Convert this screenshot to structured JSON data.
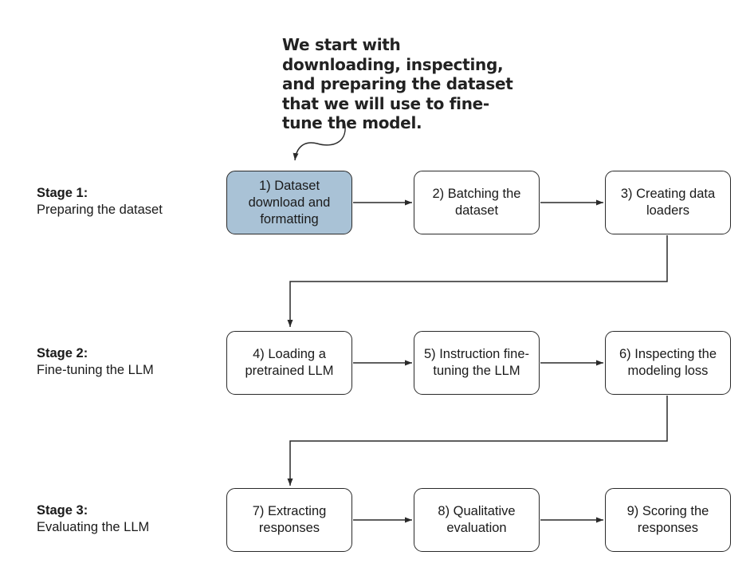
{
  "annotation": "We start with downloading, inspecting, and preparing the dataset that we will use to fine-tune the model.",
  "colors": {
    "highlight": "#a9c2d6",
    "stroke": "#2a2a2a"
  },
  "stages": [
    {
      "title": "Stage 1:",
      "subtitle": "Preparing the dataset",
      "steps": [
        "1) Dataset download and formatting",
        "2) Batching the dataset",
        "3) Creating data loaders"
      ]
    },
    {
      "title": "Stage 2:",
      "subtitle": "Fine-tuning the LLM",
      "steps": [
        "4) Loading a pretrained LLM",
        "5) Instruction fine-tuning the LLM",
        "6) Inspecting the modeling loss"
      ]
    },
    {
      "title": "Stage 3:",
      "subtitle": "Evaluating the LLM",
      "steps": [
        "7) Extracting responses",
        "8) Qualitative evaluation",
        "9) Scoring the responses"
      ]
    }
  ]
}
